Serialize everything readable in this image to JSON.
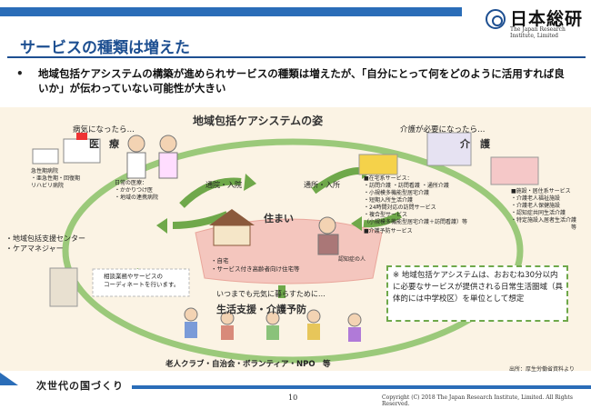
{
  "header": {
    "logo_name": "日本総研",
    "logo_sub": "The Japan Research Institute, Limited",
    "title": "サービスの種類は増えた",
    "bullet": "•",
    "bullet_text": "地域包括ケアシステムの構築が進められサービスの種類は増えたが、「自分にとって何をどのように活用すれば良いか」が伝わっていない可能性が大きい"
  },
  "diagram": {
    "title": "地域包括ケアシステムの姿",
    "medical": {
      "prompt": "病気になったら…",
      "label": "医　療",
      "hospital_lines": [
        "急性期病院",
        "・亜急性期・回復期",
        "リハビリ病院"
      ],
      "daily_lines": [
        "日常の医療：",
        "・かかりつけ医",
        "・地域の連携病院"
      ]
    },
    "care": {
      "prompt": "介護が必要になったら…",
      "label": "介　護",
      "home_services": [
        "■在宅系サービス：",
        "・訪問介護 ・訪問看護 ・通所介護",
        "・小規模多機能型居宅介護",
        "・短期入所生活介護",
        "・24時間対応の訪問サービス",
        "・複合型サービス",
        "（小規模多機能型居宅介護＋訪問看護）等"
      ],
      "prevention": "■介護予防サービス",
      "facility_services": [
        "■施設・居住系サービス",
        "・介護老人福祉施設",
        "・介護老人保健施設",
        "・認知症共同生活介護",
        "・特定施設入居者生活介護",
        "等"
      ]
    },
    "arrows": {
      "left": "通院・入院",
      "right": "通所・入所"
    },
    "home": {
      "label": "住まい",
      "lines": [
        "・自宅",
        "・サービス付き高齢者向け住宅等"
      ],
      "person": "認知症の人"
    },
    "left_side": {
      "items": [
        "・地域包括支援センター",
        "・ケアマネジャー"
      ],
      "consult": [
        "相談業務やサービスの",
        "コーディネートを行います。"
      ]
    },
    "life": {
      "prompt": "いつまでも元気に暮らすために…",
      "label": "生活支援・介護予防",
      "groups": "老人クラブ・自治会・ボランティア・NPO　等"
    },
    "note": "※ 地域包括ケアシステムは、おおむね30分以内に必要なサービスが提供される日常生活圏域（具体的には中学校区）を単位として想定",
    "source": "出所：厚生労働省資料より"
  },
  "footer": {
    "slogan": "次世代の国づくり",
    "page": "10",
    "copyright": "Copyright (C) 2018 The Japan Research Institute, Limited. All Rights Reserved."
  },
  "colors": {
    "brand_blue": "#2a6db8",
    "title_blue": "#1d4f91",
    "arrow_green": "#6fa84a",
    "home_pink": "#f2b8b0",
    "diagram_bg": "#fbf3e4"
  }
}
